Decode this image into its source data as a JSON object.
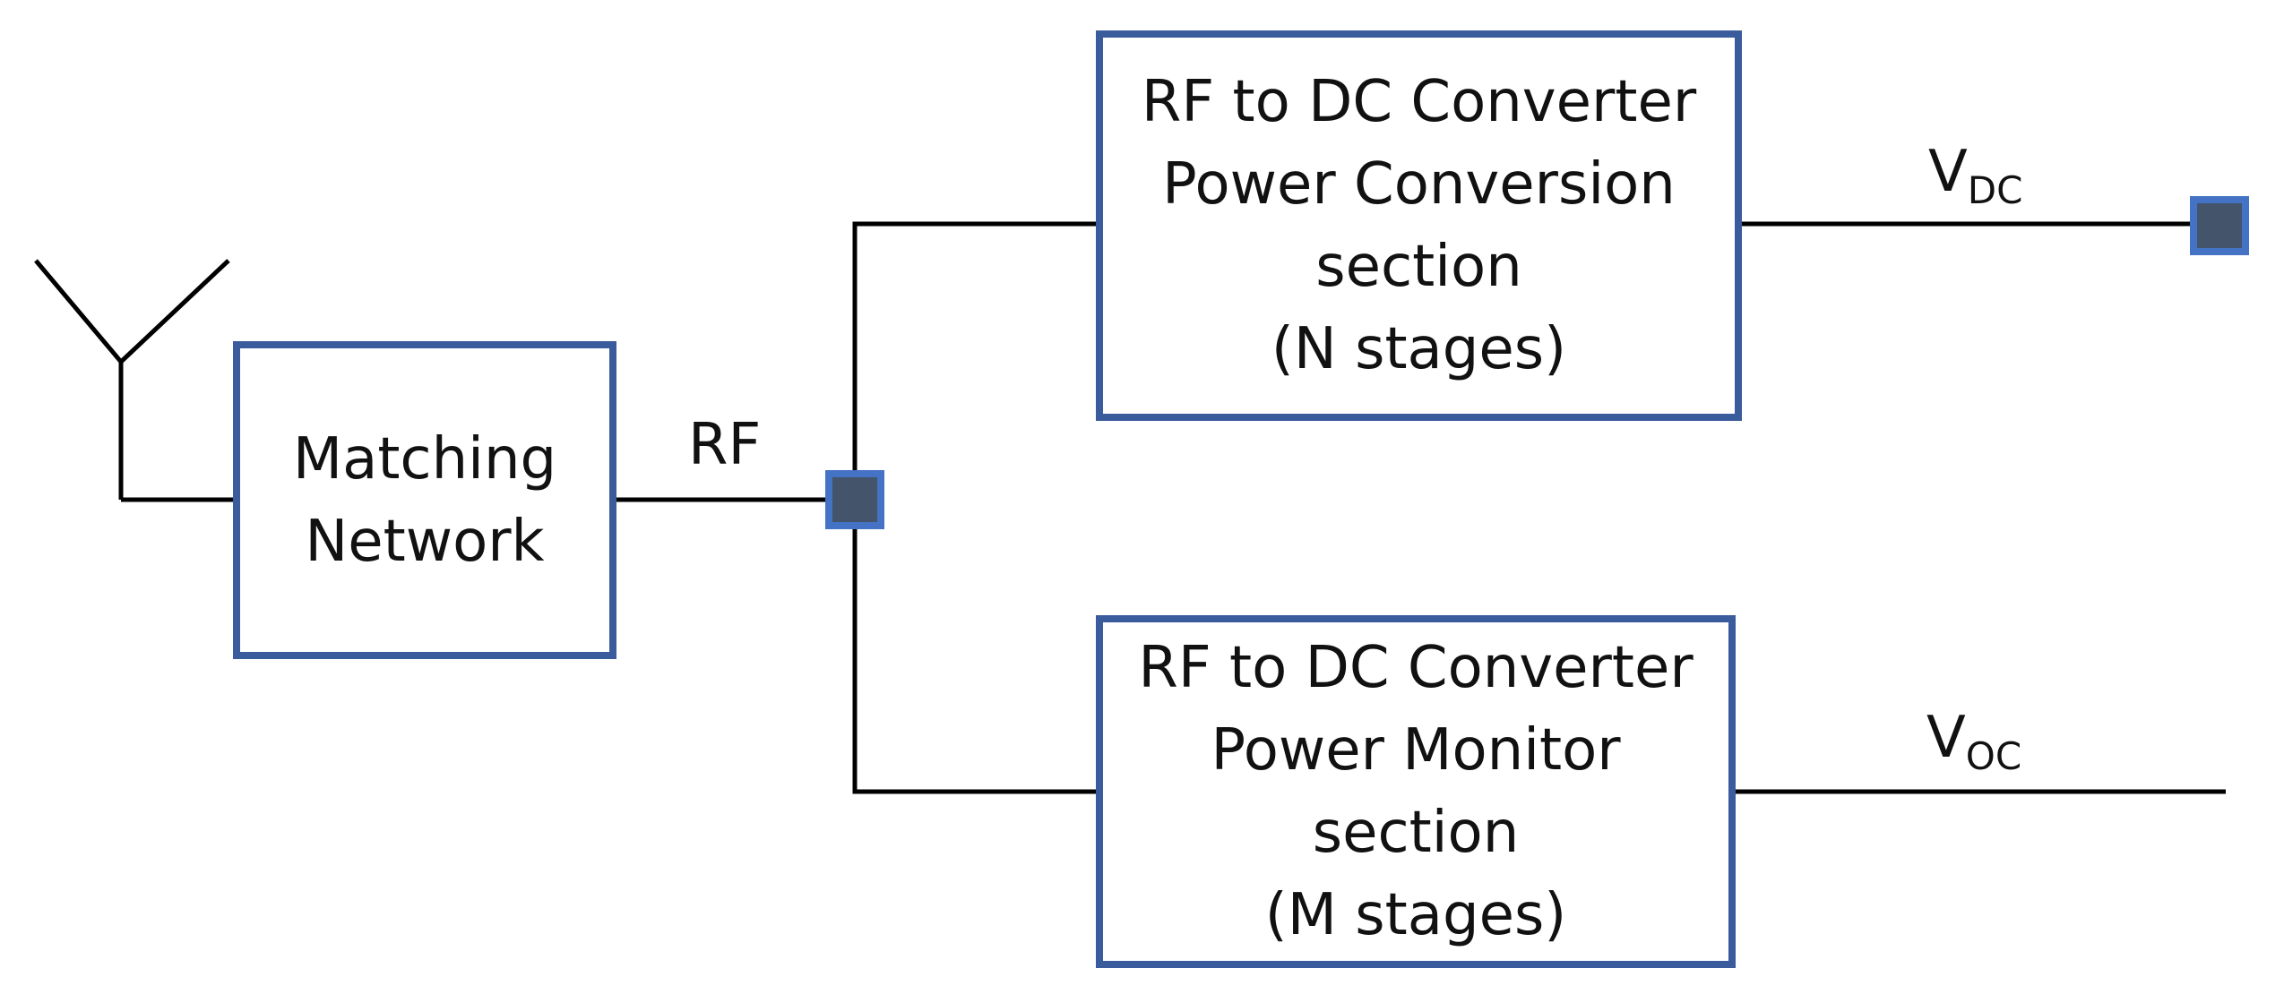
{
  "blocks": {
    "matching_network": {
      "lines": [
        "Matching",
        "Network"
      ]
    },
    "power_conversion": {
      "lines": [
        "RF to DC Converter",
        "Power Conversion",
        "section",
        "(N stages)"
      ]
    },
    "power_monitor": {
      "lines": [
        "RF to DC Converter",
        "Power Monitor",
        "section",
        "(M stages)"
      ]
    }
  },
  "signals": {
    "rf": "RF",
    "vdc_main": "V",
    "vdc_sub": "DC",
    "voc_main": "V",
    "voc_sub": "OC"
  },
  "colors": {
    "block_border": "#3a5b9c",
    "node_fill": "#44546a",
    "node_border": "#4472c4",
    "wire": "#000000"
  }
}
